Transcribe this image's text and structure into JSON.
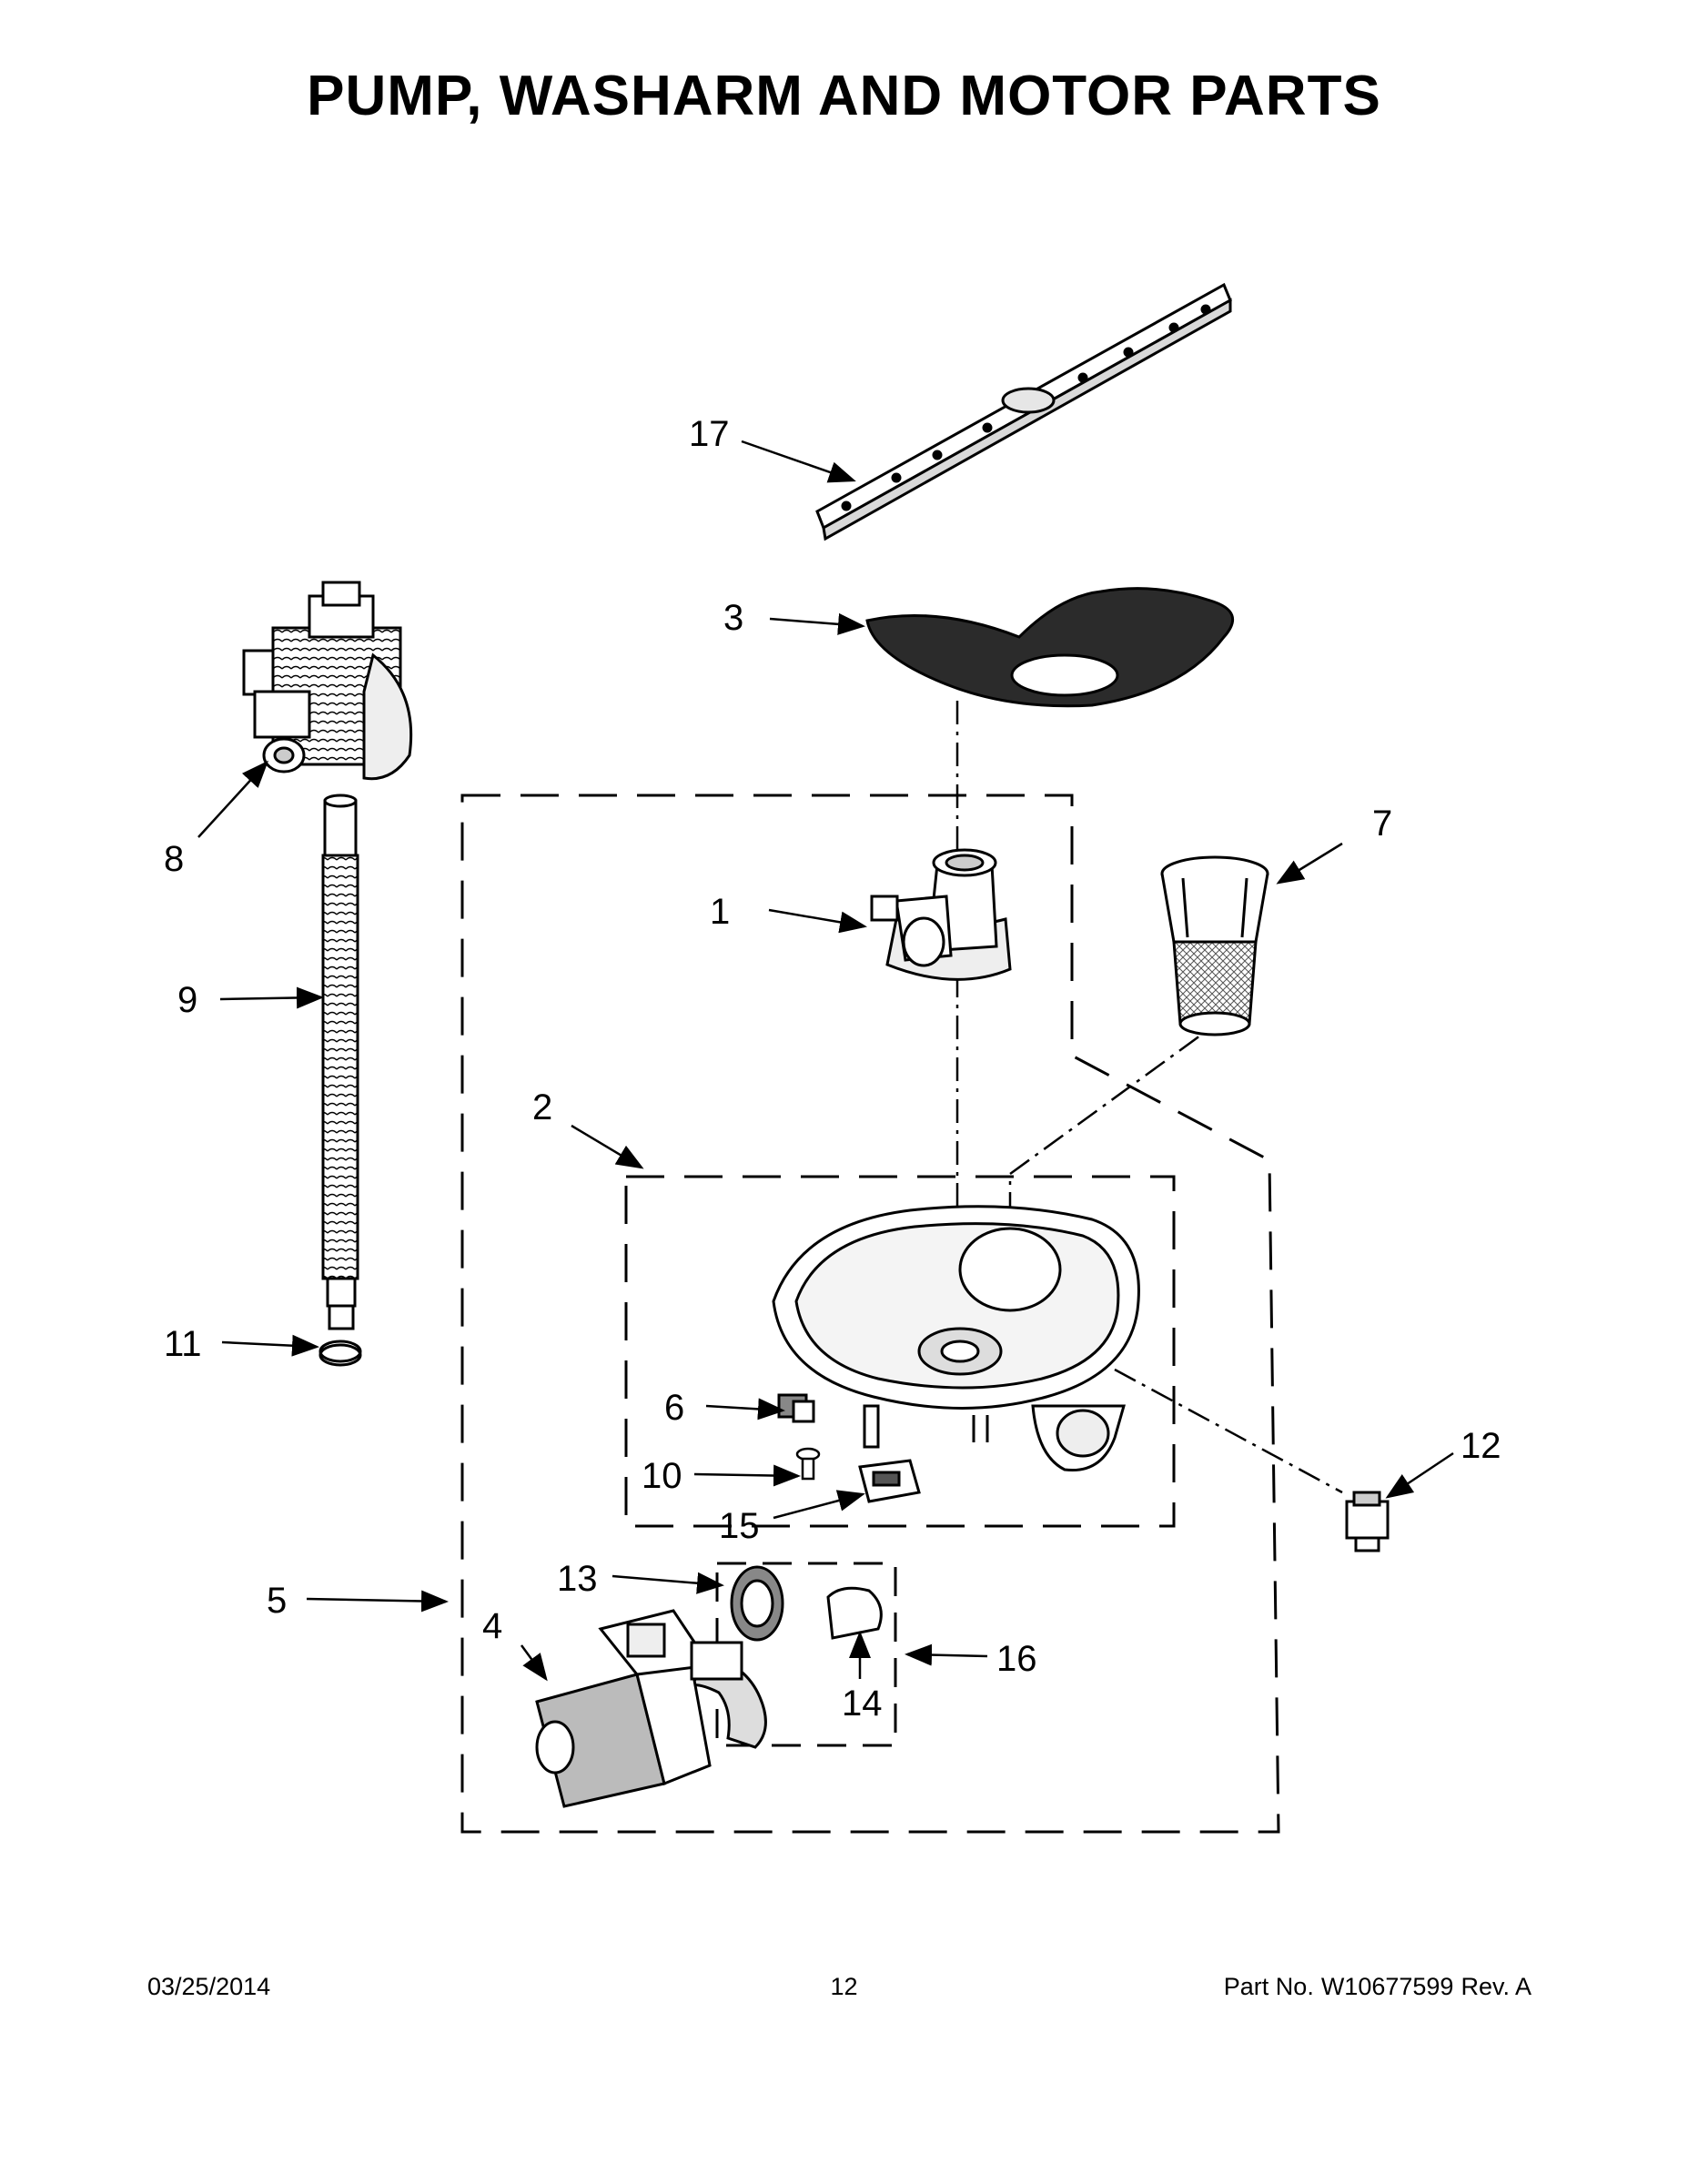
{
  "page": {
    "title": "PUMP, WASHARM AND MOTOR PARTS"
  },
  "callouts": {
    "c1": "1",
    "c2": "2",
    "c3": "3",
    "c4": "4",
    "c5": "5",
    "c6": "6",
    "c7": "7",
    "c8": "8",
    "c9": "9",
    "c10": "10",
    "c11": "11",
    "c12": "12",
    "c13": "13",
    "c14": "14",
    "c15": "15",
    "c16": "16",
    "c17": "17"
  },
  "footer": {
    "date": "03/25/2014",
    "page_number": "12",
    "part_label": "Part No.",
    "part_number": "W10677599",
    "revision": "Rev. A"
  }
}
